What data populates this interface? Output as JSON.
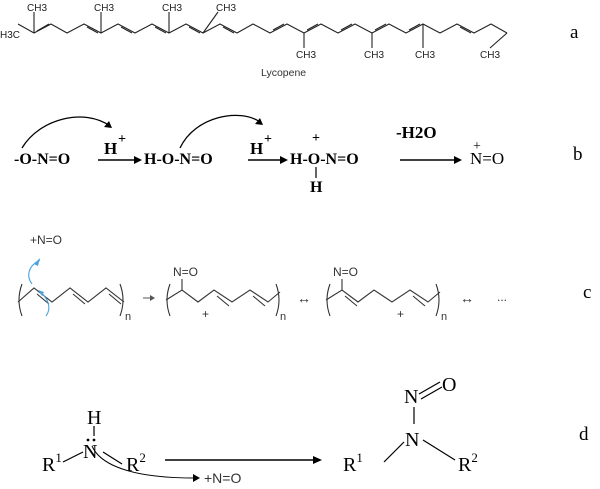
{
  "panels": {
    "a": {
      "label": "a",
      "caption": "Lycopene",
      "methyl_top": [
        "CH3",
        "CH3",
        "CH3",
        "CH3"
      ],
      "methyl_bottom": [
        "CH3",
        "CH3",
        "CH3"
      ],
      "end_left": "H3C",
      "end_right": "CH3",
      "sub": "3"
    },
    "b": {
      "label": "b",
      "species": [
        "-O-N=O",
        "H-O-N=O",
        "H-O-N=O",
        "N=O"
      ],
      "reagent_1": "H",
      "reagent_2": "H",
      "plus": "+",
      "h_below": "H",
      "water": "-H2O"
    },
    "c": {
      "label": "c",
      "reagent": "+N=O",
      "no_group": "N=O",
      "subscript_n": "n",
      "plus": "+",
      "resonance": "↔",
      "ellipsis": "..."
    },
    "d": {
      "label": "d",
      "amine_h": "H",
      "amine_n": "N",
      "r1": "R",
      "r1_sup": "1",
      "r2": "R",
      "r2_sup": "2",
      "reagent": "+N=O",
      "product_n": "N",
      "product_o": "O"
    }
  }
}
